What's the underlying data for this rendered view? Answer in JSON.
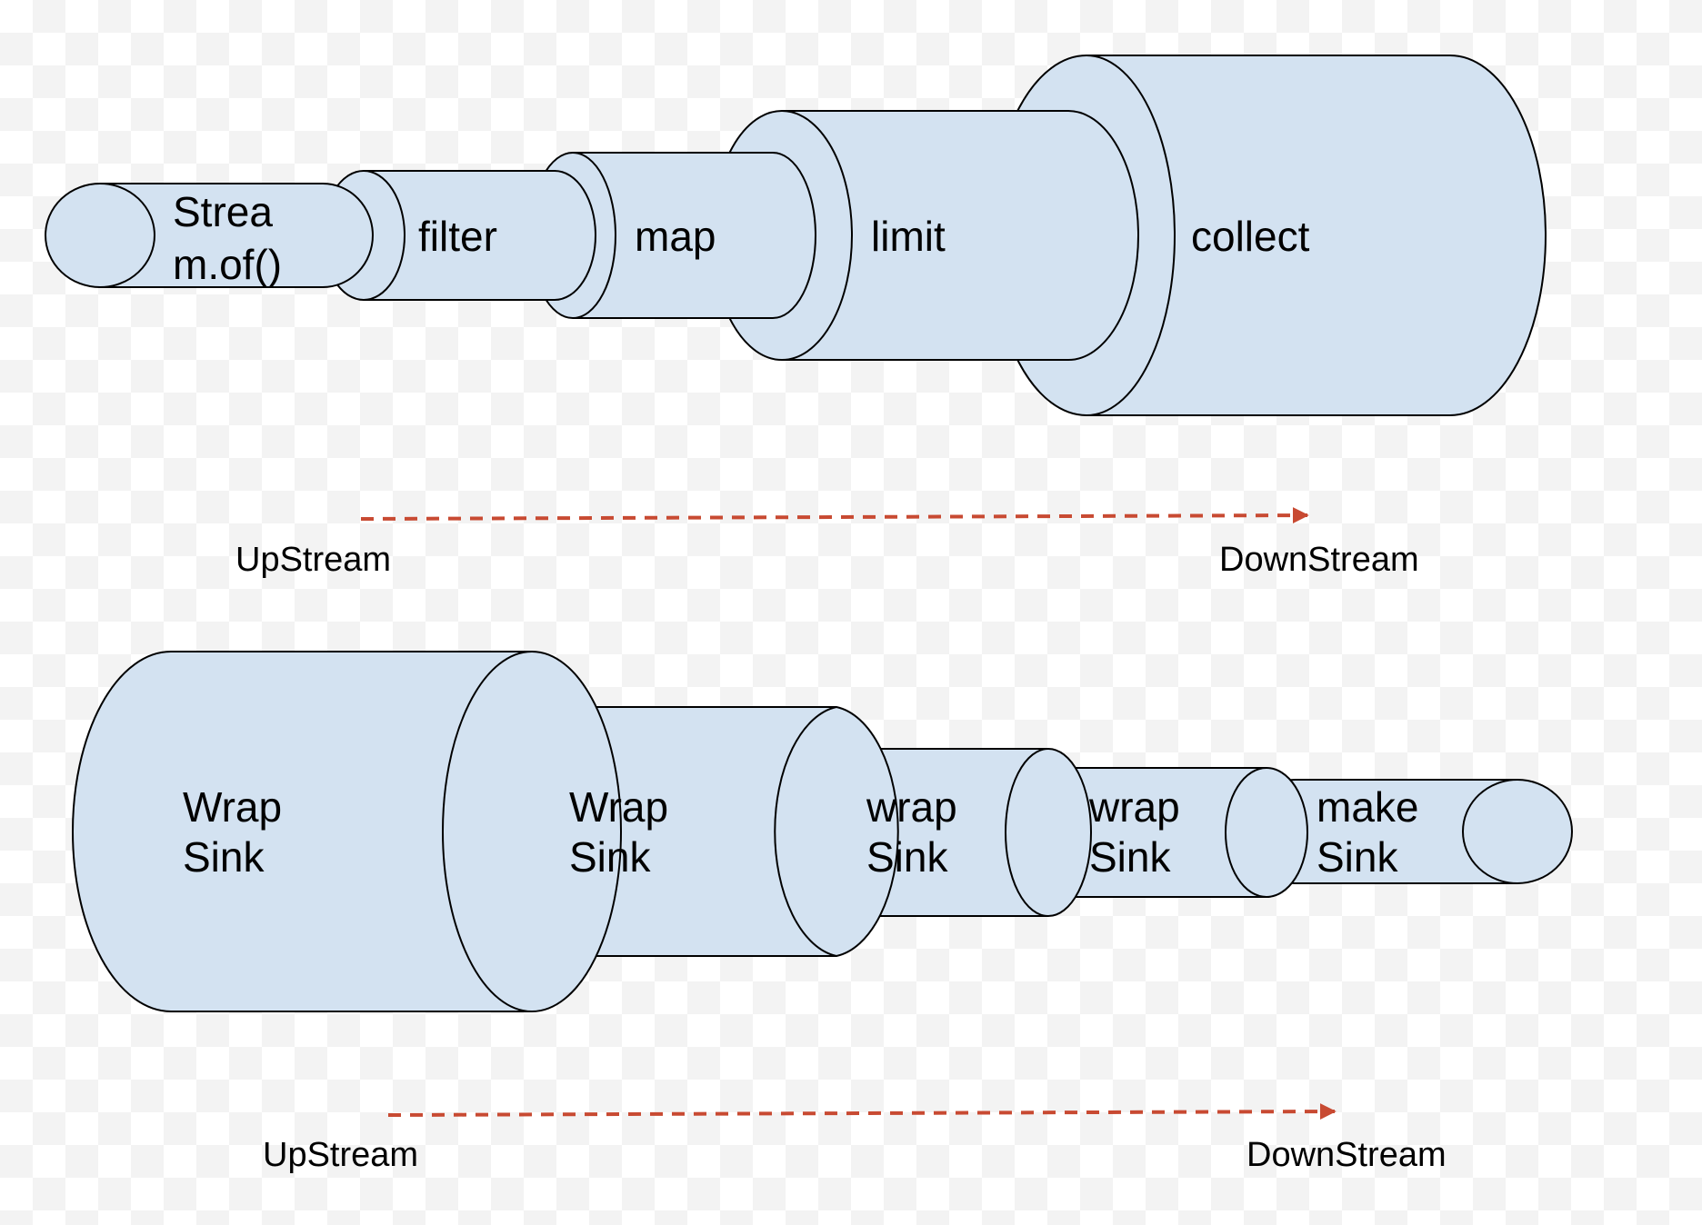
{
  "colors": {
    "cylinder_fill": "#d3e2f1",
    "outline": "#000000",
    "arrow": "#c84a32"
  },
  "pipeline": {
    "stages": [
      {
        "lines": [
          "Strea",
          "m.of()"
        ]
      },
      {
        "lines": [
          "filter"
        ]
      },
      {
        "lines": [
          "map"
        ]
      },
      {
        "lines": [
          "limit"
        ]
      },
      {
        "lines": [
          "collect"
        ]
      }
    ],
    "upstream_label": "UpStream",
    "downstream_label": "DownStream"
  },
  "sinks": {
    "stages": [
      {
        "lines": [
          "Wrap",
          "Sink"
        ]
      },
      {
        "lines": [
          "Wrap",
          "Sink"
        ]
      },
      {
        "lines": [
          "wrap",
          "Sink"
        ]
      },
      {
        "lines": [
          "wrap",
          "Sink"
        ]
      },
      {
        "lines": [
          "make",
          "Sink"
        ]
      }
    ],
    "upstream_label": "UpStream",
    "downstream_label": "DownStream"
  }
}
